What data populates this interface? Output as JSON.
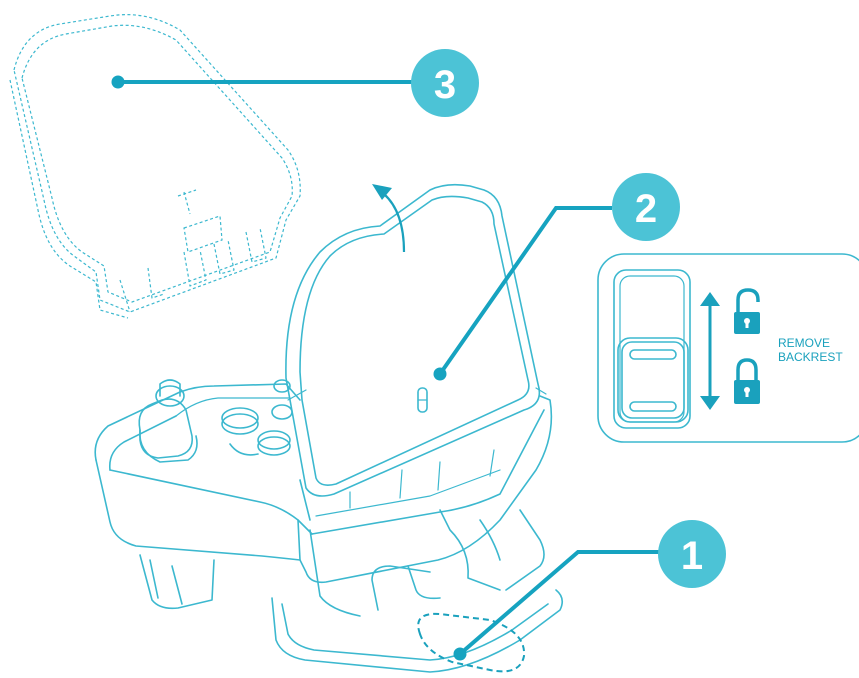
{
  "callouts": [
    {
      "id": "1",
      "label": "1"
    },
    {
      "id": "2",
      "label": "2"
    },
    {
      "id": "3",
      "label": "3"
    }
  ],
  "lock_panel": {
    "label_line1": "REMOVE",
    "label_line2": "BACKREST"
  },
  "icons": {
    "unlocked": "padlock-open-icon",
    "locked": "padlock-closed-icon",
    "arrow": "double-arrow-vertical-icon",
    "lift_arrow": "curved-arrow-up-icon"
  },
  "colors": {
    "line": "#3cb8cf",
    "badge": "#4cc3d6",
    "leader": "#16a3c0",
    "dark_accent": "#1aa1bd"
  }
}
